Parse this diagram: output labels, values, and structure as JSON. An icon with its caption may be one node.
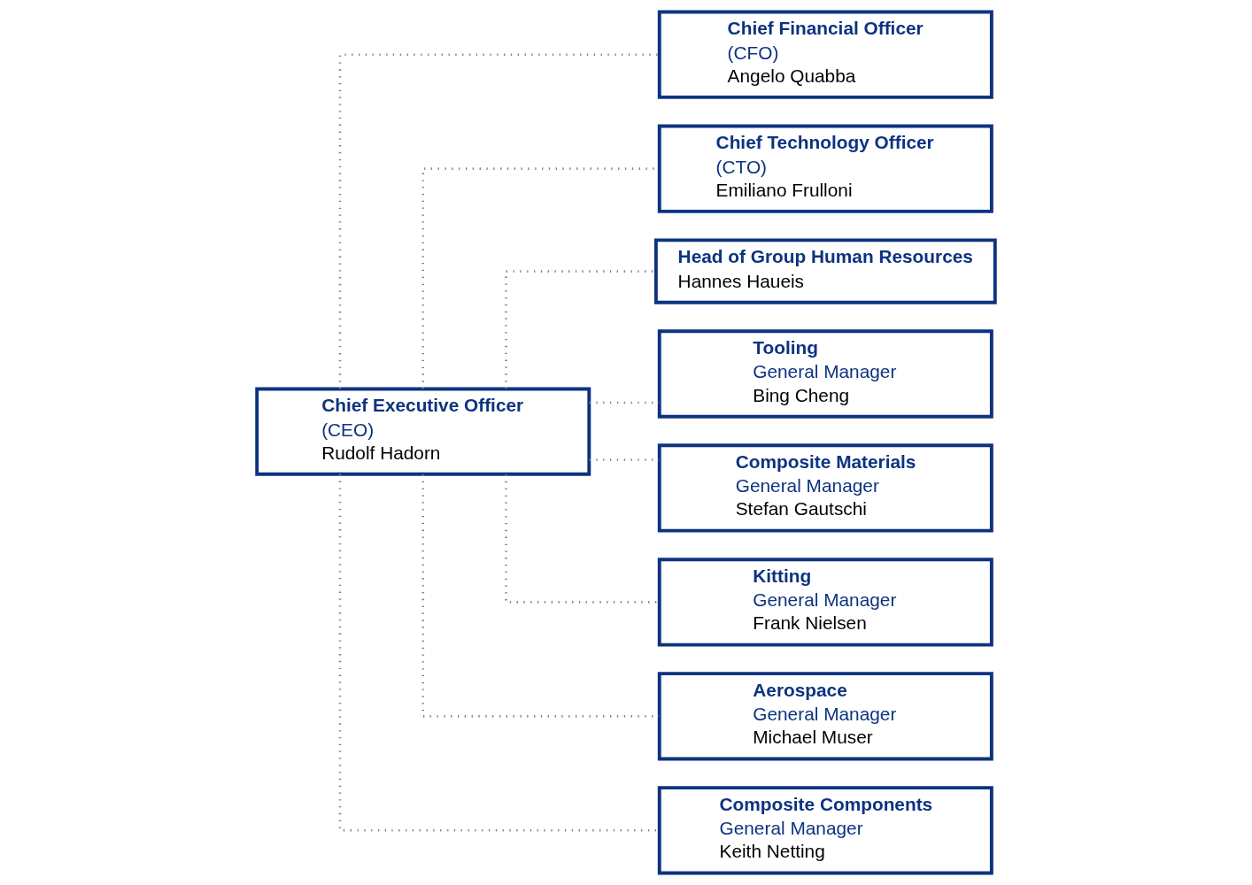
{
  "diagram": {
    "nodes": [
      {
        "text": [
          "Chief Executive Officer",
          "(CEO)",
          "Rudolf Hadorn"
        ]
      },
      {
        "text": [
          "Chief Financial Officer",
          "(CFO)",
          "Angelo Quabba"
        ]
      },
      {
        "text": [
          "Chief Technology Officer",
          "(CTO)",
          "Emiliano Frulloni"
        ]
      },
      {
        "text": [
          "Head of Group Human Resources",
          "Hannes Haueis"
        ]
      },
      {
        "text": [
          "Tooling",
          "General Manager",
          "Bing Cheng"
        ]
      },
      {
        "text": [
          "Composite Materials",
          "General Manager",
          "Stefan Gautschi"
        ]
      },
      {
        "text": [
          "Kitting",
          "General Manager",
          "Frank Nielsen"
        ]
      },
      {
        "text": [
          "Aerospace",
          "General Manager",
          "Michael Muser"
        ]
      },
      {
        "text": [
          "Composite Components",
          "General Manager",
          "Keith Netting"
        ]
      }
    ],
    "edges": [
      {
        "from": 0,
        "to": 1,
        "arrow": "none",
        "style": "dashed",
        "color": "#808080"
      },
      {
        "from": 0,
        "to": 2,
        "arrow": "none",
        "style": "dashed",
        "color": "#808080"
      },
      {
        "from": 0,
        "to": 3,
        "arrow": "none",
        "style": "dashed",
        "color": "#808080"
      },
      {
        "from": 0,
        "to": 4,
        "arrow": "none",
        "style": "dashed",
        "color": "#808080"
      },
      {
        "from": 0,
        "to": 5,
        "arrow": "none",
        "style": "dashed",
        "color": "#808080"
      },
      {
        "from": 0,
        "to": 6,
        "arrow": "none",
        "style": "dashed",
        "color": "#808080"
      },
      {
        "from": 0,
        "to": 7,
        "arrow": "none",
        "style": "dashed",
        "color": "#808080"
      },
      {
        "from": 0,
        "to": 8,
        "arrow": "none",
        "style": "dashed",
        "color": "#808080"
      }
    ]
  }
}
